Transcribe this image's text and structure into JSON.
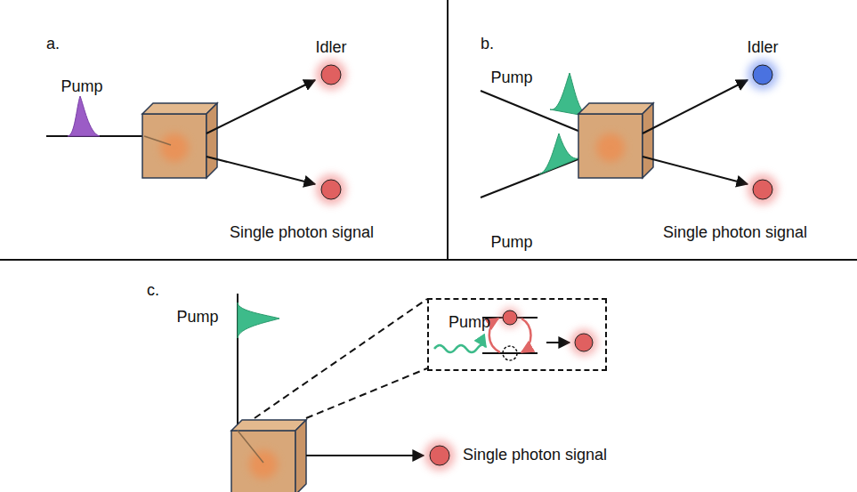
{
  "diagram": {
    "nodes": [
      {
        "text": [
          "Pump"
        ]
      }
    ],
    "labels": [
      "a.",
      "Pump",
      "Idler",
      "Single photon signal",
      "b.",
      "Pump",
      "Idler",
      "Pump",
      "Single photon signal",
      "c.",
      "Pump",
      "Single photon signal"
    ]
  }
}
